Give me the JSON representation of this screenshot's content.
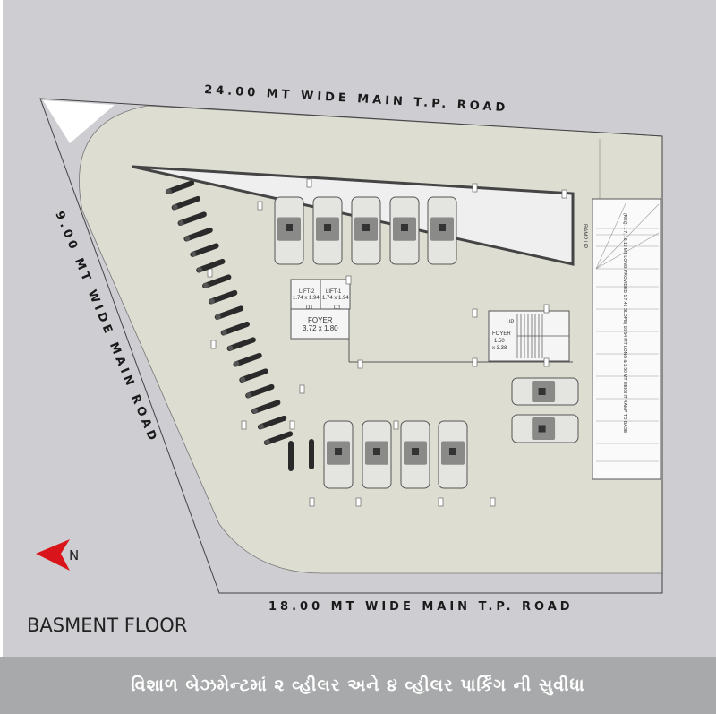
{
  "roads": {
    "top": "24.00 MT WIDE MAIN T.P. ROAD",
    "left": "9.00 MT WIDE MAIN ROAD",
    "bottom": "18.00 MT WIDE MAIN T.P. ROAD"
  },
  "rooms": {
    "lift2": {
      "name": "LIFT-2",
      "size": "1.74 x 1.94"
    },
    "lift1": {
      "name": "LIFT-1",
      "size": "1.74 x 1.94"
    },
    "door": "D1",
    "foyer_main": {
      "name": "FOYER",
      "size": "3.72 x 1.80"
    },
    "foyer_stair": {
      "name": "FOYER",
      "w": "1.50",
      "h": "x 3.38"
    },
    "stair_up": "UP"
  },
  "ramp": {
    "label": "RAMP UP",
    "note": "(REQ. 1:7, 18.13 MT LONG PROVIDED 1:7.41 SLOPE) 18.54 MT LONG & 2.50 MT HEIGHT RAMP TO BASE"
  },
  "compass": {
    "label": "N",
    "color": "#d9151b"
  },
  "colors": {
    "background": "#cdcdd2",
    "road": "#deddd2",
    "floor": "#efefef",
    "banner": "#a8a9aa"
  },
  "title": "BASMENT FLOOR",
  "banner_text": "વિશાળ બેઝમેન્ટમાં ૨ વ્હીલર અને ૪ વ્હીલર પાર્કિંગ ની સુવીધા"
}
